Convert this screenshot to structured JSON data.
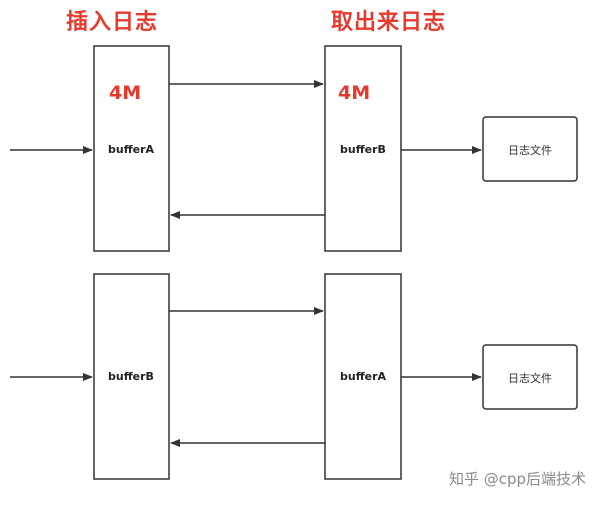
{
  "titles": {
    "insert": "插入日志",
    "fetch": "取出来日志"
  },
  "top": {
    "left_buffer": "bufferA",
    "right_buffer": "bufferB",
    "left_size": "4M",
    "right_size": "4M",
    "file": "日志文件"
  },
  "bottom": {
    "left_buffer": "bufferB",
    "right_buffer": "bufferA",
    "file": "日志文件"
  },
  "watermark": "知乎 @cpp后端技术",
  "colors": {
    "accent": "#e8392f",
    "stroke": "#333333",
    "watermark": "#8a8a8a"
  }
}
